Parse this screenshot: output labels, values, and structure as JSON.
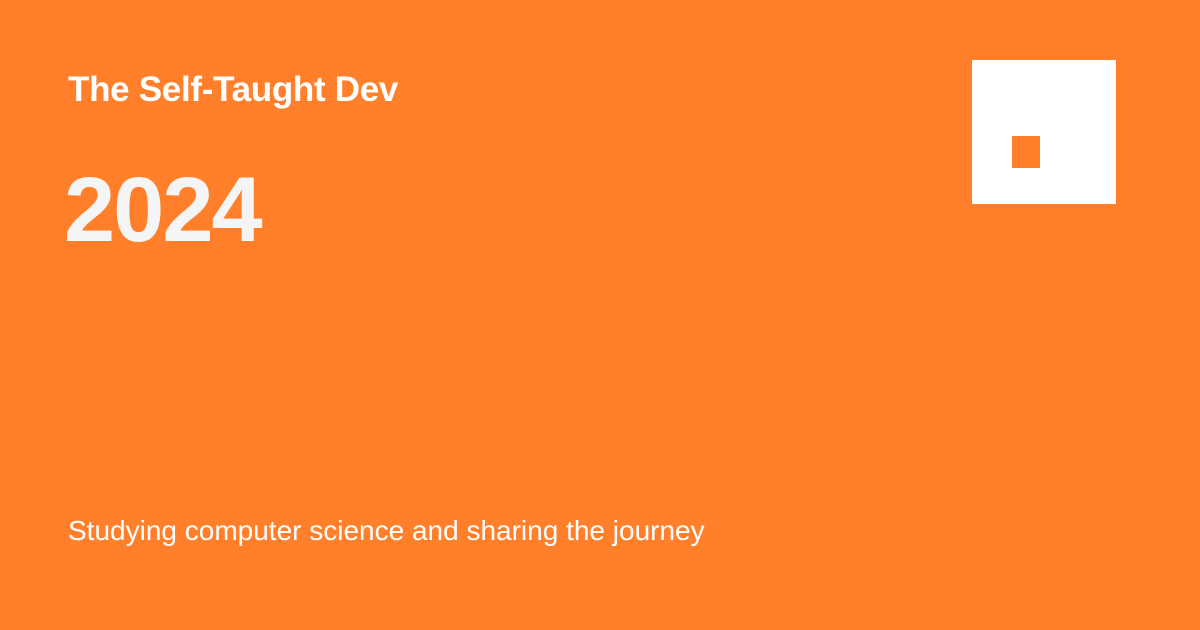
{
  "card": {
    "site_title": "The Self-Taught Dev",
    "year": "2024",
    "tagline": "Studying computer science and sharing the journey",
    "logo_icon": "square-corner-logo-icon",
    "colors": {
      "background": "#FF7F2A",
      "text": "#FFFFFF",
      "logo": "#FFFFFF"
    }
  }
}
